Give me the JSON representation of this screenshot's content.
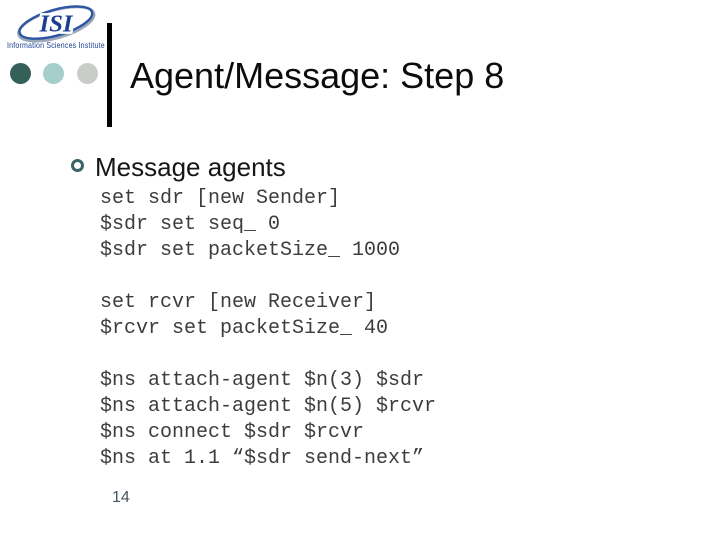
{
  "slide": {
    "logo": {
      "text": "ISI",
      "subtitle": "Information Sciences Institute"
    },
    "title": "Agent/Message: Step 8",
    "bullet": {
      "label": "Message agents"
    },
    "code": {
      "block1": [
        "set sdr [new Sender]",
        "$sdr set seq_ 0",
        "$sdr set packetSize_ 1000"
      ],
      "block2": [
        "set rcvr [new Receiver]",
        "$rcvr set packetSize_ 40"
      ],
      "block3": [
        "$ns attach-agent $n(3) $sdr",
        "$ns attach-agent $n(5) $rcvr",
        "$ns connect $sdr $rcvr",
        "$ns at 1.1 “$sdr send-next”"
      ]
    },
    "page_number": "14",
    "colors": {
      "logo_blue": "#1b3f8f",
      "swoosh_blue": "#2d55a5",
      "swoosh_gray": "#9aa8b8",
      "dot_dark_teal": "#35605a",
      "dot_light_teal": "#a6cfcb",
      "dot_gray": "#c9cdca",
      "bullet_ring": "#3a6363",
      "code_text": "#3d3d3d",
      "page_number_text": "#47585c"
    }
  }
}
